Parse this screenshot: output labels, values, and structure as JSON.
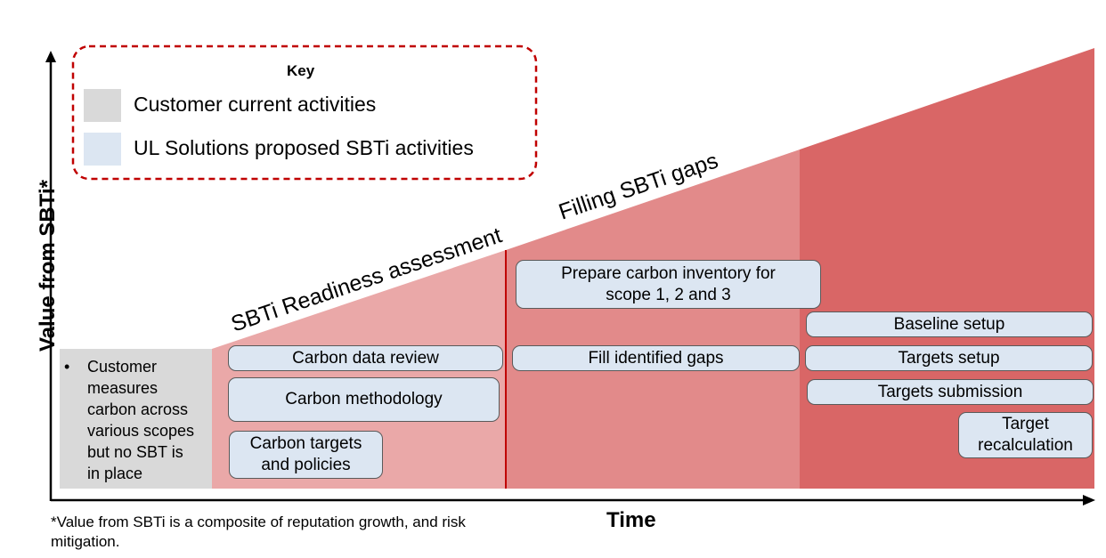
{
  "key": {
    "title": "Key",
    "items": [
      {
        "label": "Customer current activities",
        "color": "#d9d9d9"
      },
      {
        "label": "UL Solutions proposed SBTi activities",
        "color": "#dce6f2"
      }
    ],
    "border_color": "#c00000"
  },
  "colors": {
    "phase1": "#eaa8a8",
    "phase2": "#e28a8a",
    "phase3": "#d96666",
    "divider": "#c00000",
    "customer_area": "#d9d9d9"
  },
  "customer": {
    "bullet": "•",
    "text": "Customer\nmeasures\ncarbon across\nvarious scopes\nbut no SBT is\nin place"
  },
  "phases": {
    "readiness": "SBTi Readiness assessment",
    "gaps": "Filling SBTi gaps"
  },
  "activities": {
    "carbon_data_review": "Carbon data review",
    "carbon_methodology": "Carbon methodology",
    "carbon_targets": "Carbon targets\nand policies",
    "prepare_inventory": "Prepare carbon inventory for\nscope 1, 2 and 3",
    "fill_gaps": "Fill identified gaps",
    "baseline_setup": "Baseline setup",
    "targets_setup": "Targets setup",
    "targets_submission": "Targets submission",
    "target_recalculation": "Target\nrecalculation"
  },
  "axes": {
    "y_label": "Value from SBTi*",
    "x_label": "Time"
  },
  "footnote": "*Value from SBTi is a composite of reputation growth, and risk mitigation."
}
